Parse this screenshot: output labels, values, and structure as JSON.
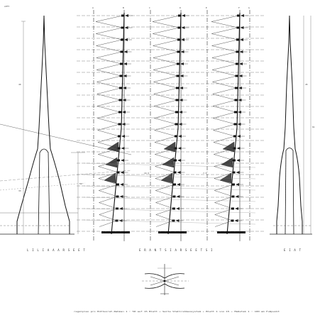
{
  "sheet": {
    "corner_label": "LEFT",
    "view_labels": {
      "left": "L I L I A A A R S E E T",
      "center": "E R A N T S I A R S E E T S I",
      "right": "E I A T"
    },
    "caption": "regalplan pro Hüttenrat-Rahmen 1 : 50 auf 15 Blatt • Seite Stahlrahmensystem   •   Blatt 1 von 15  •  Maßstab 1 : 100 am Fußpunkt"
  },
  "grid": {
    "axis_tags": [
      "A",
      "B",
      "C",
      "D",
      "E",
      "F",
      "G"
    ]
  },
  "dimensions": {
    "left_tower_vertical": "49",
    "right_tower_vertical": "45",
    "right_outer": "61",
    "left_side_a": "33",
    "left_side_b": "14",
    "center_a": "14.5",
    "center_b": "7.5"
  }
}
